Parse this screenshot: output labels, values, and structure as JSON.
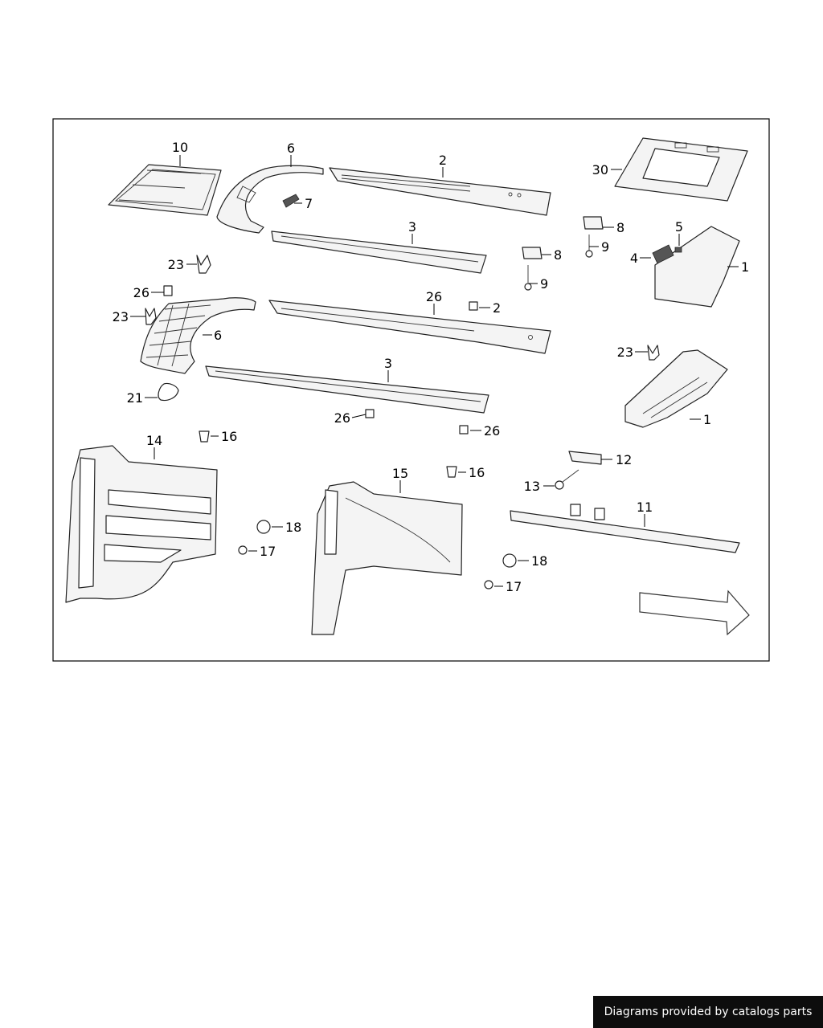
{
  "footer": {
    "credit": "Diagrams provided by catalogs parts"
  },
  "callouts": [
    {
      "id": "c-10",
      "label": "10"
    },
    {
      "id": "c-6a",
      "label": "6"
    },
    {
      "id": "c-2a",
      "label": "2"
    },
    {
      "id": "c-30",
      "label": "30"
    },
    {
      "id": "c-7",
      "label": "7"
    },
    {
      "id": "c-3a",
      "label": "3"
    },
    {
      "id": "c-8a",
      "label": "8"
    },
    {
      "id": "c-5",
      "label": "5"
    },
    {
      "id": "c-9a",
      "label": "9"
    },
    {
      "id": "c-23a",
      "label": "23"
    },
    {
      "id": "c-8b",
      "label": "8"
    },
    {
      "id": "c-4",
      "label": "4"
    },
    {
      "id": "c-1a",
      "label": "1"
    },
    {
      "id": "c-9b",
      "label": "9"
    },
    {
      "id": "c-26a",
      "label": "26"
    },
    {
      "id": "c-2b",
      "label": "2"
    },
    {
      "id": "c-26b",
      "label": "26"
    },
    {
      "id": "c-23b",
      "label": "23"
    },
    {
      "id": "c-6b",
      "label": "6"
    },
    {
      "id": "c-3b",
      "label": "3"
    },
    {
      "id": "c-23c",
      "label": "23"
    },
    {
      "id": "c-21",
      "label": "21"
    },
    {
      "id": "c-26c",
      "label": "26"
    },
    {
      "id": "c-1b",
      "label": "1"
    },
    {
      "id": "c-26d",
      "label": "26"
    },
    {
      "id": "c-14",
      "label": "14"
    },
    {
      "id": "c-16a",
      "label": "16"
    },
    {
      "id": "c-15",
      "label": "15"
    },
    {
      "id": "c-16b",
      "label": "16"
    },
    {
      "id": "c-12",
      "label": "12"
    },
    {
      "id": "c-13",
      "label": "13"
    },
    {
      "id": "c-11",
      "label": "11"
    },
    {
      "id": "c-18a",
      "label": "18"
    },
    {
      "id": "c-17a",
      "label": "17"
    },
    {
      "id": "c-18b",
      "label": "18"
    },
    {
      "id": "c-17b",
      "label": "17"
    }
  ]
}
